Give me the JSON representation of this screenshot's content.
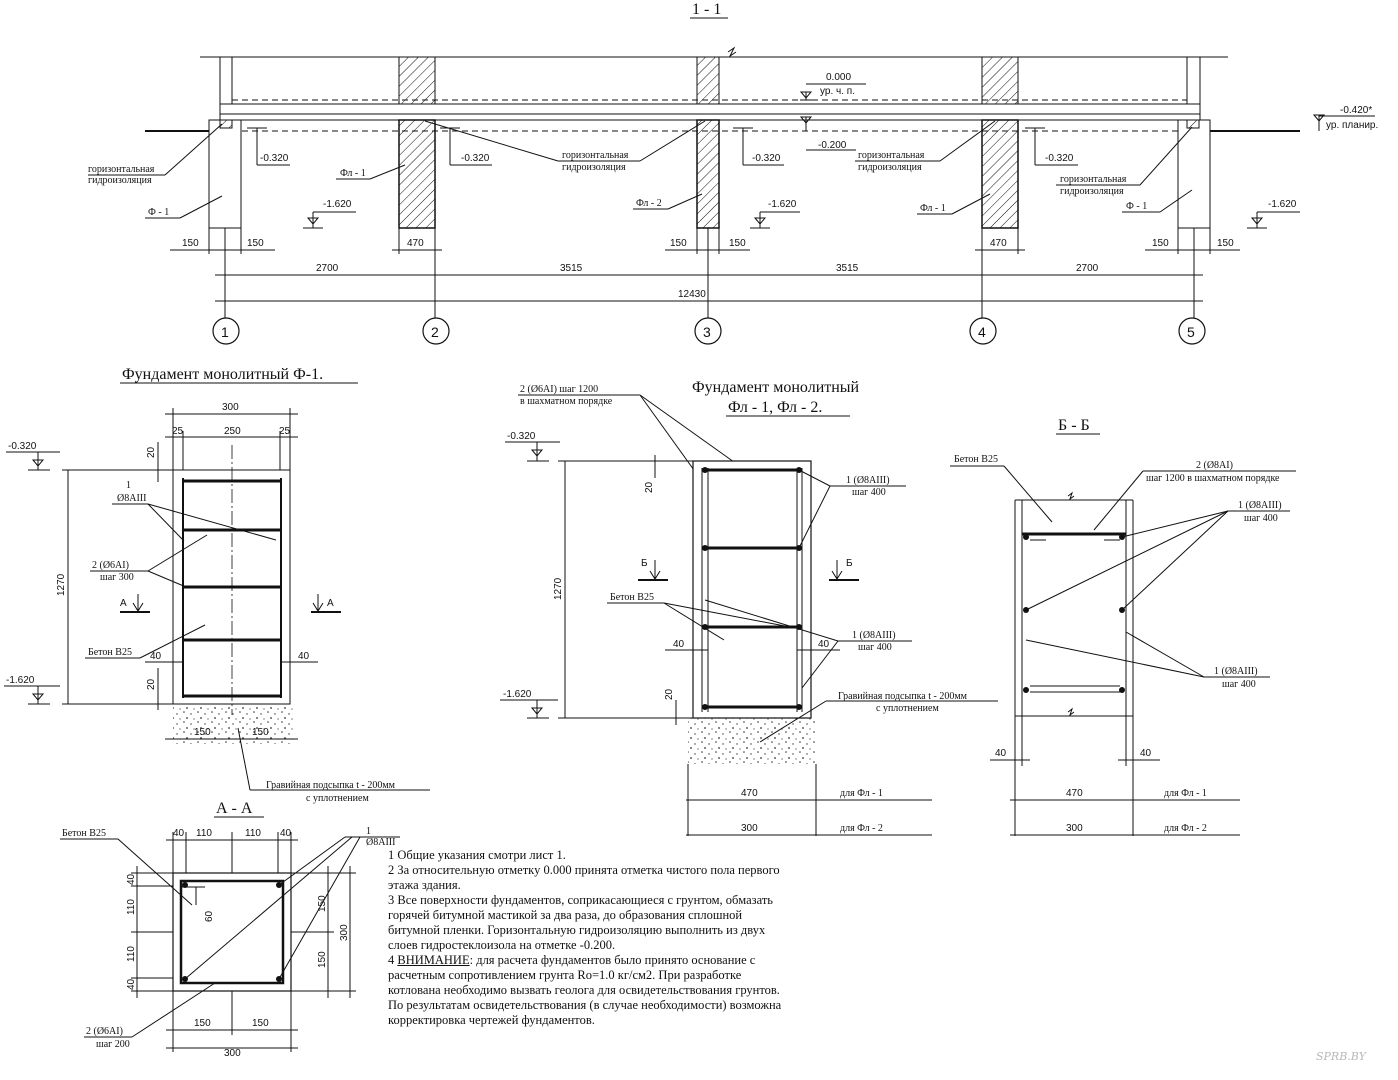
{
  "section_1_1": {
    "title": "1 - 1",
    "level_zero": "0.000",
    "level_zero_label": "ур. ч. п.",
    "level_ground": "-0.420*",
    "level_ground_label": "ур. планир.",
    "level_waterproof": "-0.200",
    "level_top_foundation": "-0.320",
    "level_bottom_foundation": "-1.620",
    "waterproofing_label": "горизонтальная гидроизоляция",
    "foundation_labels": [
      "Ф - 1",
      "Фл - 1",
      "Фл - 2",
      "Фл - 1",
      "Ф - 1"
    ],
    "widths": [
      "150",
      "150",
      "470",
      "150",
      "150",
      "470",
      "150",
      "150"
    ],
    "spans": [
      "2700",
      "3515",
      "3515",
      "2700"
    ],
    "total": "12430",
    "axes": [
      "1",
      "2",
      "3",
      "4",
      "5"
    ]
  },
  "f1": {
    "title": "Фундамент монолитный Ф-1.",
    "width_total": "300",
    "cover": "25",
    "inner": "250",
    "height": "1270",
    "top_offset": "20",
    "bottom_offset": "20",
    "side_offset": "40",
    "half": "150",
    "bar1_mark": "1",
    "bar1_spec": "Ø8АIII",
    "bar2_mark": "2 (Ø6АI)",
    "bar2_step": "шаг 300",
    "concrete": "Бетон В25",
    "section_mark": "А",
    "level_top": "-0.320",
    "level_bottom": "-1.620",
    "gravel": "Гравийная подсыпка  t - 200мм",
    "gravel2": "с уплотнением"
  },
  "section_a_a": {
    "title": "А - А",
    "concrete": "Бетон В25",
    "top_dims": [
      "40",
      "110",
      "110",
      "40"
    ],
    "left_dims": [
      "40",
      "110",
      "110",
      "40"
    ],
    "hook": "60",
    "right_dims": [
      "150",
      "150"
    ],
    "right_total": "300",
    "bottom_dims": [
      "150",
      "150"
    ],
    "bottom_total": "300",
    "bar1_mark": "1",
    "bar1_spec": "Ø8АIII",
    "bar2_mark": "2 (Ø6АI)",
    "bar2_step": "шаг 200"
  },
  "fl": {
    "title": "Фундамент монолитный",
    "subtitle": "Фл - 1, Фл - 2.",
    "bar2_mark": "2 (Ø6АI) шаг 1200",
    "bar2_note": "в шахматном порядке",
    "bar1_mark": "1 (Ø8АIII)",
    "bar1_step": "шаг 400",
    "concrete": "Бетон В25",
    "section_mark": "Б",
    "height": "1270",
    "top_offset": "20",
    "bottom_offset": "20",
    "side_offset": "40",
    "level_top": "-0.320",
    "level_bottom": "-1.620",
    "gravel": "Гравийная подсыпка  t - 200мм",
    "gravel2": "с уплотнением",
    "width1": "470",
    "width1_for": "для Фл - 1",
    "width2": "300",
    "width2_for": "для Фл - 2"
  },
  "section_b_b": {
    "title": "Б - Б",
    "concrete": "Бетон В25",
    "bar2_mark": "2 (Ø8АI)",
    "bar2_note": "шаг 1200 в шахматном порядке",
    "bar1_mark": "1 (Ø8АIII)",
    "bar1_step": "шаг 400",
    "side_offset": "40",
    "width1": "470",
    "width1_for": "для Фл - 1",
    "width2": "300",
    "width2_for": "для Фл - 2"
  },
  "notes": {
    "n1": "1   Общие указания смотри лист 1.",
    "n2": "2   За относительную отметку 0.000 принята отметка чистого пола первого этажа здания.",
    "n3": "3   Все поверхности фундаментов, соприкасающиеся с грунтом, обмазать горячей битумной мастикой за два раза, до образования сплошной битумной пленки.   Горизонтальную гидроизоляцию выполнить из двух слоев гидростеклоизола на отметке -0.200.",
    "n4_prefix": "4   ",
    "n4_attention": "ВНИМАНИЕ",
    "n4_rest": ": для расчета фундаментов было принято основание с расчетным сопротивлением грунта Ro=1.0 кг/см2. При разработке котлована необходимо вызвать геолога для освидетельствования грунтов.  По результатам освидетельствования (в случае необходимости) возможна корректировка чертежей фундаментов."
  },
  "watermark": "SPRB.BY"
}
